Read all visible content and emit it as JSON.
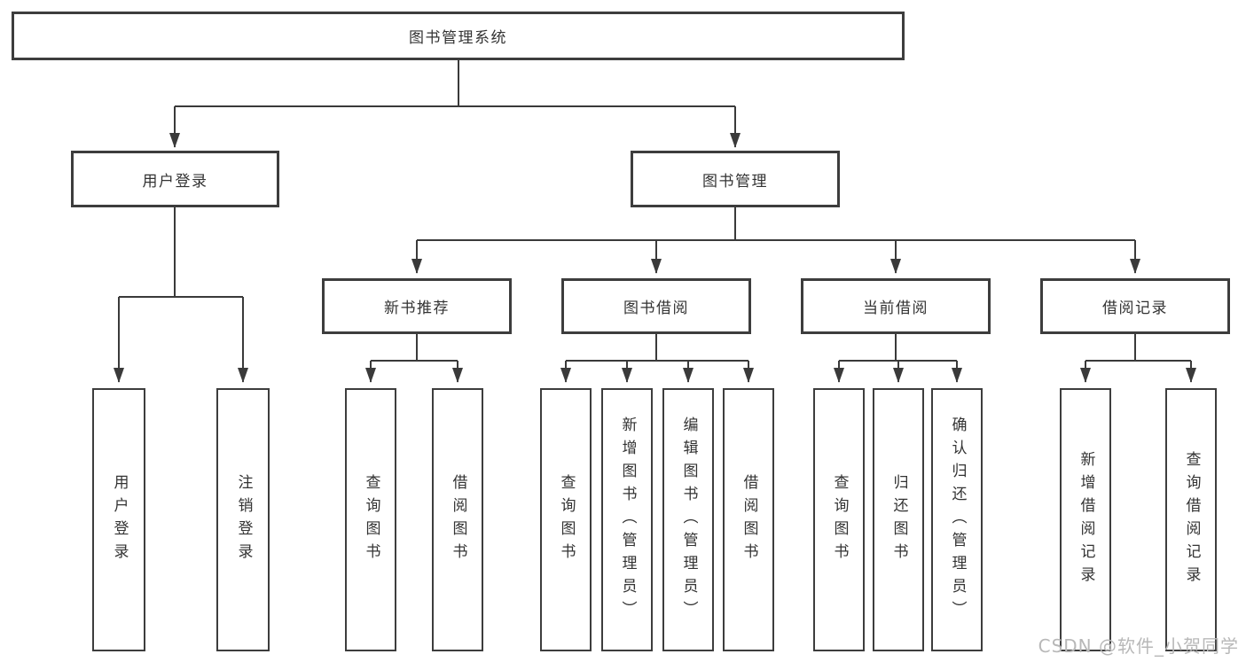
{
  "nodes": {
    "root": "图书管理系统",
    "level2": [
      "用户登录",
      "图书管理"
    ],
    "level3": [
      "新书推荐",
      "图书借阅",
      "当前借阅",
      "借阅记录"
    ],
    "login_children": [
      "用户登录",
      "注销登录"
    ],
    "newbook_children": [
      "查询图书",
      "借阅图书"
    ],
    "borrow_children": [
      "查询图书",
      "新增图书（管理员）",
      "编辑图书（管理员）",
      "借阅图书"
    ],
    "current_children": [
      "查询图书",
      "归还图书",
      "确认归还（管理员）"
    ],
    "records_children": [
      "新增借阅记录",
      "查询借阅记录"
    ]
  },
  "watermark": "CSDN @软件_小贺同学",
  "colors": {
    "line": "#3a3a3a",
    "text": "#333333",
    "watermark": "#b8b8b8",
    "background": "#ffffff"
  }
}
